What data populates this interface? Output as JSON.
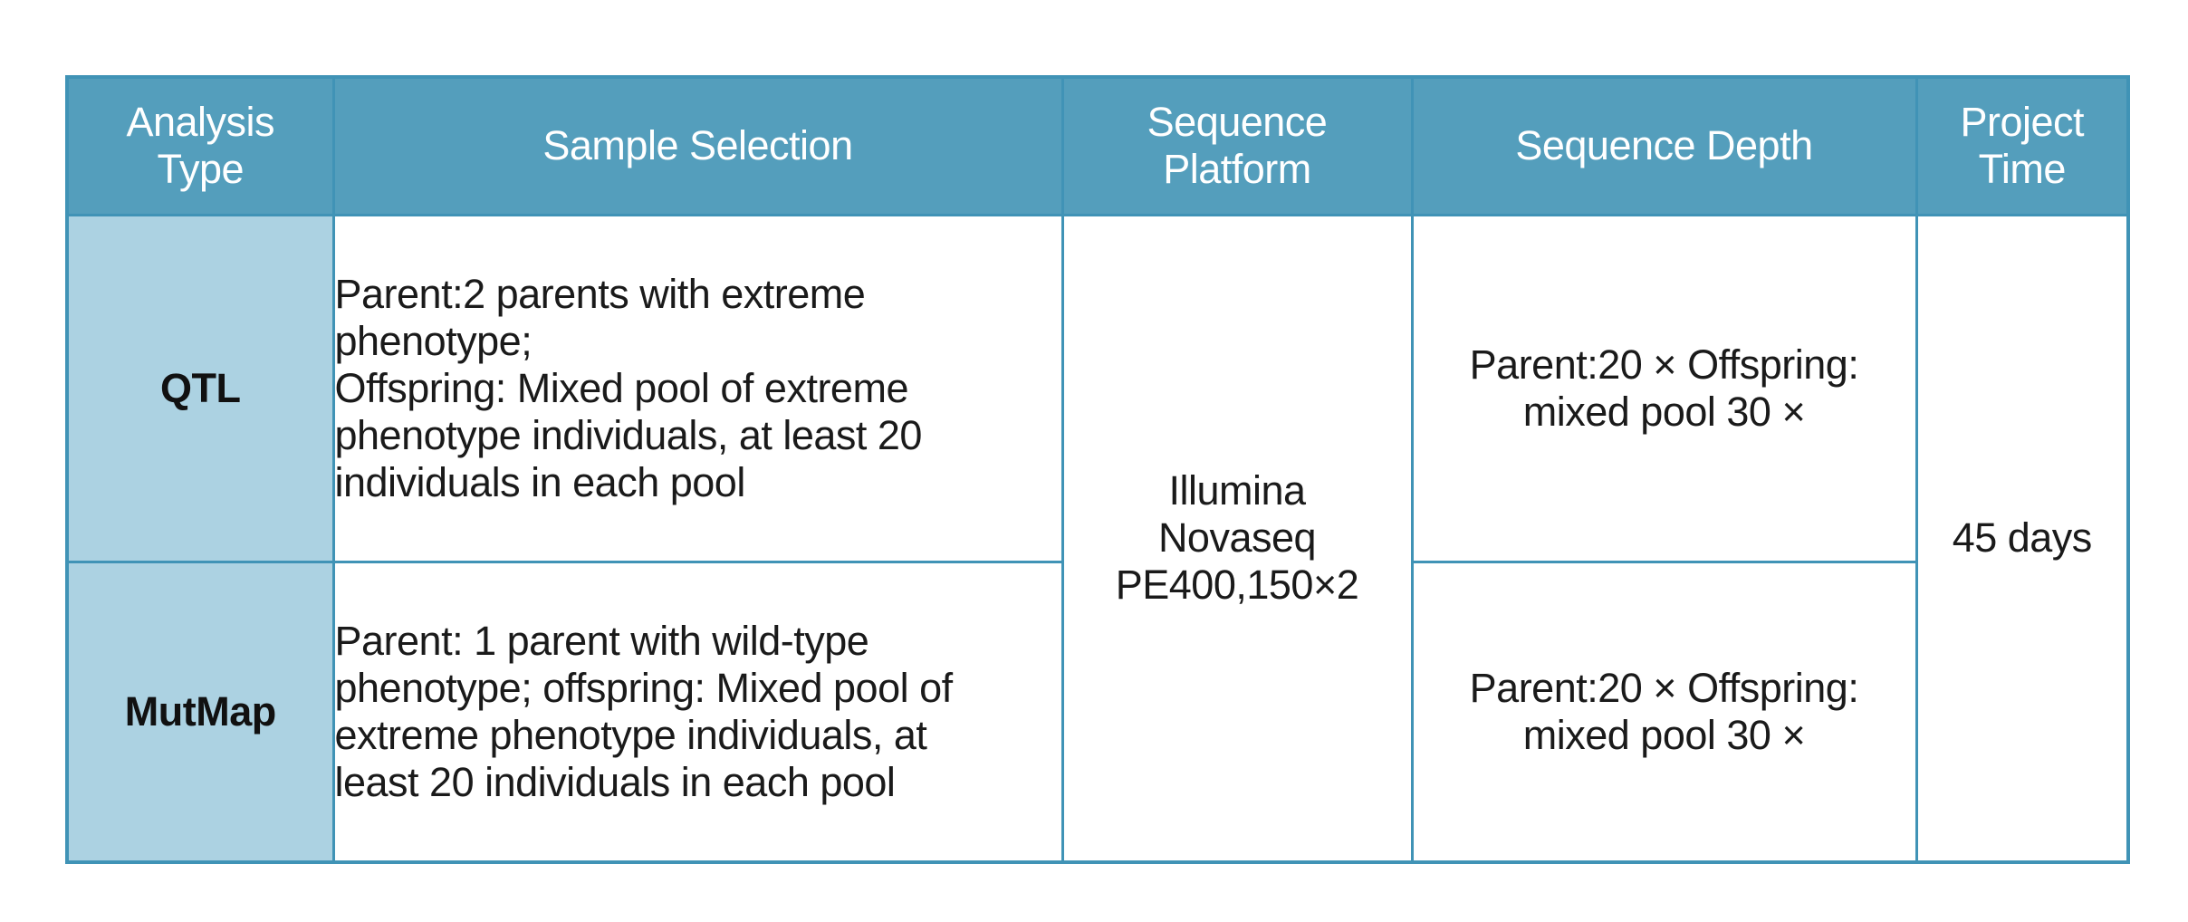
{
  "table": {
    "title": "Analysis type comparison table",
    "colors": {
      "header_bg": "#549EBC",
      "header_text": "#FFFFFF",
      "border": "#4093B6",
      "row_label_bg": "#ACD2E2",
      "body_text": "#1A1A1A",
      "cell_bg": "#FFFFFF"
    },
    "columns": [
      {
        "label": "Analysis\nType"
      },
      {
        "label": "Sample Selection"
      },
      {
        "label": "Sequence\nPlatform"
      },
      {
        "label": "Sequence Depth"
      },
      {
        "label": "Project\nTime"
      }
    ],
    "rows": [
      {
        "analysis_type": "QTL",
        "sample_selection": "Parent:2 parents with extreme\nphenotype;\nOffspring: Mixed pool of extreme\nphenotype individuals, at least 20\nindividuals in each pool",
        "sequence_depth": "Parent:20 × Offspring:\nmixed pool 30 ×"
      },
      {
        "analysis_type": "MutMap",
        "sample_selection": "Parent: 1 parent with wild-type\nphenotype; offspring: Mixed pool of\nextreme phenotype individuals, at\nleast 20 individuals in each pool",
        "sequence_depth": "Parent:20 × Offspring:\nmixed pool 30 ×"
      }
    ],
    "merged": {
      "sequence_platform": "Illumina\nNovaseq\nPE400,150×2",
      "project_time": "45 days"
    }
  }
}
